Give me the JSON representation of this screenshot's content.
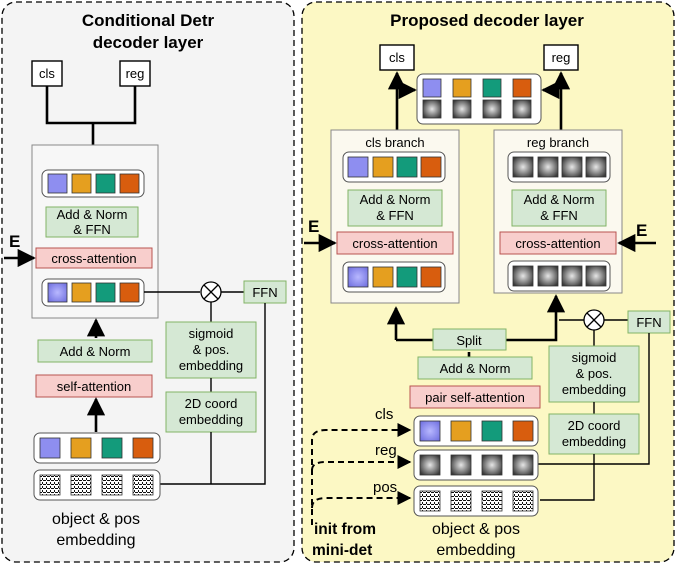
{
  "left_panel": {
    "title_line1": "Conditional Detr",
    "title_line2": "decoder layer",
    "out_cls": "cls",
    "out_reg": "reg",
    "add_norm_ffn_1": "Add & Norm",
    "add_norm_ffn_2": "& FFN",
    "cross_attention": "cross-attention",
    "e_label": "E",
    "ffn": "FFN",
    "sigmoid_1": "sigmoid",
    "sigmoid_2": "& pos.",
    "sigmoid_3": "embedding",
    "add_norm": "Add & Norm",
    "self_attention": "self-attention",
    "coord_1": "2D coord",
    "coord_2": "embedding",
    "caption_1": "object & pos",
    "caption_2": "embedding"
  },
  "right_panel": {
    "title": "Proposed decoder layer",
    "out_cls": "cls",
    "out_reg": "reg",
    "cls_branch": "cls branch",
    "reg_branch": "reg branch",
    "add_norm_ffn_1": "Add & Norm",
    "add_norm_ffn_2": "& FFN",
    "cross_attention": "cross-attention",
    "e_label": "E",
    "split": "Split",
    "ffn": "FFN",
    "add_norm": "Add & Norm",
    "pair_self_attention": "pair self-attention",
    "sigmoid_1": "sigmoid",
    "sigmoid_2": "& pos.",
    "sigmoid_3": "embedding",
    "coord_1": "2D coord",
    "coord_2": "embedding",
    "side_cls": "cls",
    "side_reg": "reg",
    "side_pos": "pos",
    "init_1": "init from",
    "init_2": "mini-det",
    "caption_1": "object & pos",
    "caption_2": "embedding"
  },
  "colors": {
    "left_panel_bg": "#f4f4f4",
    "right_panel_bg": "#fcf8c4",
    "token_blue": "#8e8ef0",
    "token_orange": "#e59f1f",
    "token_teal": "#139b7b",
    "token_red": "#d85d0e"
  }
}
